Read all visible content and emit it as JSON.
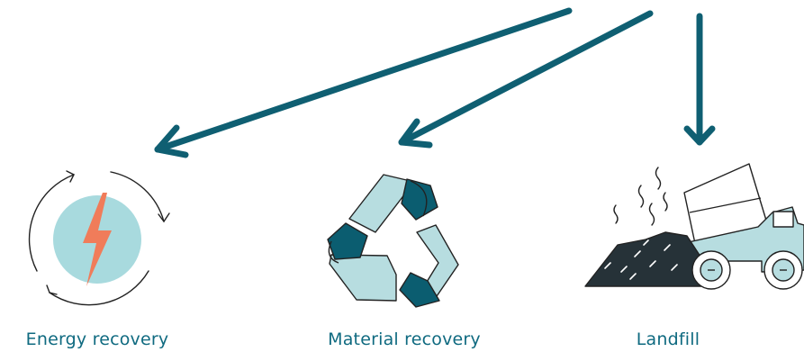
{
  "labels": {
    "energy": "Energy recovery",
    "material": "Material recovery",
    "landfill": "Landfill"
  },
  "colors": {
    "arrow": "#0f5f72",
    "label": "#0f6a80",
    "dark_teal": "#0b5d70",
    "light_teal": "#b7dde0",
    "circle_teal": "#a8dade",
    "bolt": "#f07c5a",
    "outline": "#222222",
    "pile": "#263238"
  },
  "icons": {
    "energy": "energy-recovery-icon",
    "material": "recycle-icon",
    "landfill": "dump-truck-icon"
  }
}
